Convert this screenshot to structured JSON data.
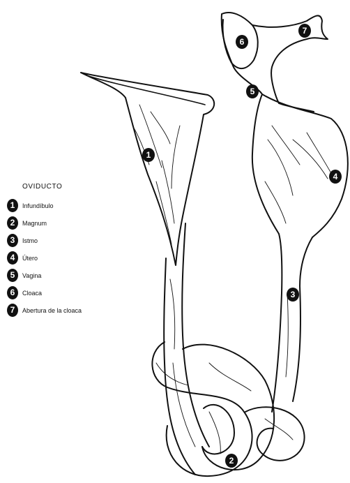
{
  "legend": {
    "title": "OVIDUCTO",
    "items": [
      {
        "number": "1",
        "label": "Infundíbulo"
      },
      {
        "number": "2",
        "label": "Magnum"
      },
      {
        "number": "3",
        "label": "Istmo"
      },
      {
        "number": "4",
        "label": "Útero"
      },
      {
        "number": "5",
        "label": "Vagina"
      },
      {
        "number": "6",
        "label": "Cloaca"
      },
      {
        "number": "7",
        "label": "Abertura de la cloaca"
      }
    ]
  },
  "markers": [
    "1",
    "2",
    "3",
    "4",
    "5",
    "6",
    "7"
  ],
  "colors": {
    "ink": "#111111",
    "paper": "#ffffff"
  }
}
